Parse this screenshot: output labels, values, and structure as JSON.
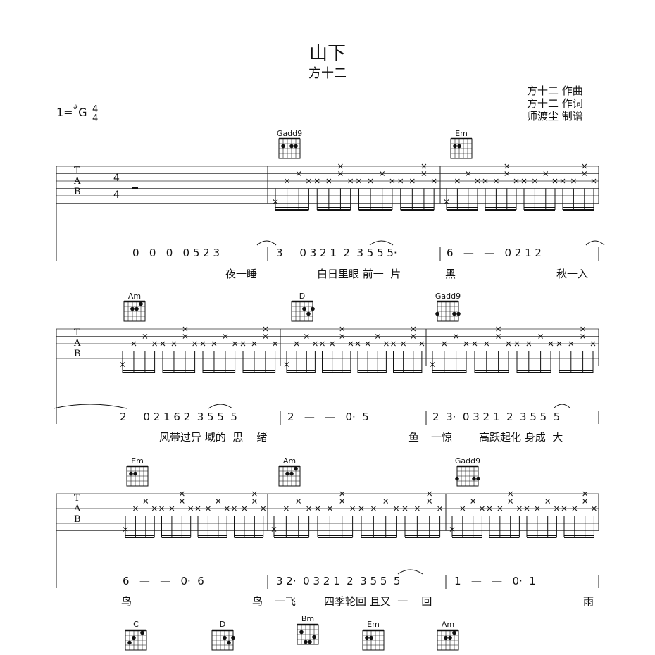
{
  "song": {
    "title": "山下",
    "artist": "方十二",
    "credits": [
      "方十二 作曲",
      "方十二 作词",
      "师渡尘 制谱"
    ],
    "key_prefix": "1=",
    "key_sharp": "#",
    "key_note": "G",
    "time_top": "4",
    "time_bottom": "4"
  },
  "tab_letters": [
    "T",
    "A",
    "B"
  ],
  "intro_time": [
    "4",
    "4"
  ],
  "chords": {
    "row1": [
      "Gadd9",
      "Em"
    ],
    "row2": [
      "Am",
      "D",
      "Gadd9"
    ],
    "row3": [
      "Em",
      "Am",
      "Gadd9"
    ],
    "row4": [
      "C",
      "D",
      "Bm",
      "Em",
      "Am"
    ]
  },
  "notation": {
    "line1": {
      "notes": [
        "0   0   0   0 5 2 3",
        "3     0 3 2 1  2  3 5 5 5·",
        "6   —   —   0 2 1 2"
      ],
      "lyrics": [
        "夜一睡",
        "白日里眼 前一  片",
        "黑",
        "秋一入"
      ]
    },
    "line2": {
      "notes": [
        "2     0 2 1 6 2  3 5 5  5",
        "2   —   —   0·  5",
        "2  3·  0 3 2 1  2  3 5 5  5"
      ],
      "lyrics": [
        "风带过异 域的  思    绪",
        "鱼",
        "一惊",
        "高跃起化 身成  大"
      ]
    },
    "line3": {
      "notes": [
        "6   —   —   0·  6",
        "3 2·  0 3 2 1  2  3 5 5  5",
        "1   —   —   0·  1"
      ],
      "lyrics": [
        "鸟",
        "鸟",
        "一飞",
        "四季轮回 且又  一    回",
        "雨"
      ]
    }
  }
}
